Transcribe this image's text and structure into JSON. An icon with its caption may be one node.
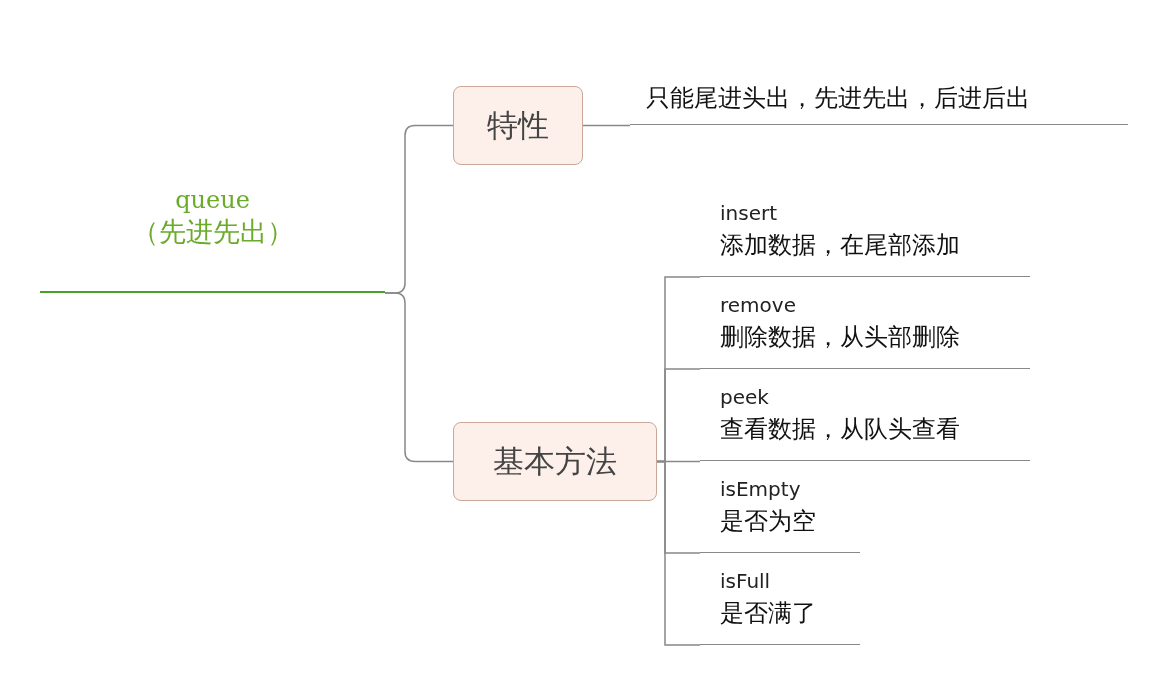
{
  "diagram": {
    "nodes": [
      {
        "text": [
          "queue",
          "（先进先出）"
        ]
      },
      {
        "text": [
          "特性"
        ]
      },
      {
        "text": [
          "只能尾进头出，先进先出，后进后出"
        ]
      },
      {
        "text": [
          "基本方法"
        ]
      },
      {
        "text": [
          "insert",
          "添加数据，在尾部添加"
        ]
      },
      {
        "text": [
          "remove",
          "删除数据，从头部删除"
        ]
      },
      {
        "text": [
          "peek",
          "查看数据，从队头查看"
        ]
      },
      {
        "text": [
          "isEmpty",
          "是否为空"
        ]
      },
      {
        "text": [
          "isFull",
          "是否满了"
        ]
      }
    ],
    "edges": [
      {
        "from": 0,
        "to": 1,
        "arrow": "none"
      },
      {
        "from": 0,
        "to": 3,
        "arrow": "none"
      },
      {
        "from": 1,
        "to": 2,
        "arrow": "none"
      },
      {
        "from": 3,
        "to": 4,
        "arrow": "none"
      },
      {
        "from": 3,
        "to": 5,
        "arrow": "none"
      },
      {
        "from": 3,
        "to": 6,
        "arrow": "none"
      },
      {
        "from": 3,
        "to": 7,
        "arrow": "none"
      },
      {
        "from": 3,
        "to": 8,
        "arrow": "none"
      }
    ]
  }
}
